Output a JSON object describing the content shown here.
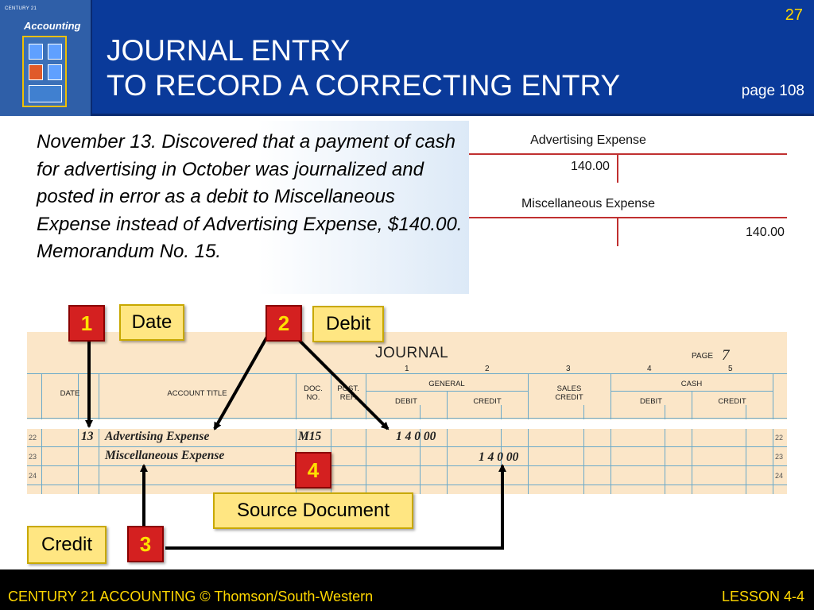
{
  "header": {
    "slide_number": "27",
    "title_line1": "JOURNAL ENTRY",
    "title_line2": "TO RECORD A CORRECTING ENTRY",
    "page_ref": "page 108",
    "colors": {
      "background": "#0a3a9a",
      "slide_number": "#ffd700"
    }
  },
  "book_cover": {
    "brand": "Accounting",
    "publisher_lines": [
      "CENTURY 21"
    ],
    "icon": "book-cover-image"
  },
  "problem_text": "November 13. Discovered that a payment of cash for advertising in October was journalized and posted in error as a debit to Miscellaneous Expense instead of Advertising Expense, $140.00. Memorandum No. 15.",
  "t_accounts": [
    {
      "name": "Advertising Expense",
      "debit": "140.00",
      "credit": ""
    },
    {
      "name": "Miscellaneous Expense",
      "debit": "",
      "credit": "140.00"
    }
  ],
  "journal": {
    "title": "JOURNAL",
    "page_label": "PAGE",
    "page_number": "7",
    "column_numbers": [
      "1",
      "2",
      "3",
      "4",
      "5"
    ],
    "headers": {
      "date": "DATE",
      "account_title": "ACCOUNT TITLE",
      "doc_no_1": "DOC.",
      "doc_no_2": "NO.",
      "post_ref_1": "POST.",
      "post_ref_2": "REF.",
      "general": "GENERAL",
      "general_debit": "DEBIT",
      "general_credit": "CREDIT",
      "sales_credit_1": "SALES",
      "sales_credit_2": "CREDIT",
      "cash": "CASH",
      "cash_debit": "DEBIT",
      "cash_credit": "CREDIT"
    },
    "rows": [
      {
        "line": "22",
        "date": "13",
        "account": "Advertising Expense",
        "doc": "M15",
        "general_debit": "1 4 0 00",
        "general_credit": ""
      },
      {
        "line": "23",
        "date": "",
        "account": "Miscellaneous Expense",
        "doc": "",
        "general_debit": "",
        "general_credit": "1 4 0 00"
      },
      {
        "line": "24",
        "date": "",
        "account": "",
        "doc": "",
        "general_debit": "",
        "general_credit": ""
      }
    ]
  },
  "callouts": {
    "date": "Date",
    "debit": "Debit",
    "source_document": "Source Document",
    "credit": "Credit"
  },
  "steps": [
    "1",
    "2",
    "3",
    "4"
  ],
  "footer": {
    "left": "CENTURY 21 ACCOUNTING © Thomson/South-Western",
    "right": "LESSON  4-4"
  }
}
